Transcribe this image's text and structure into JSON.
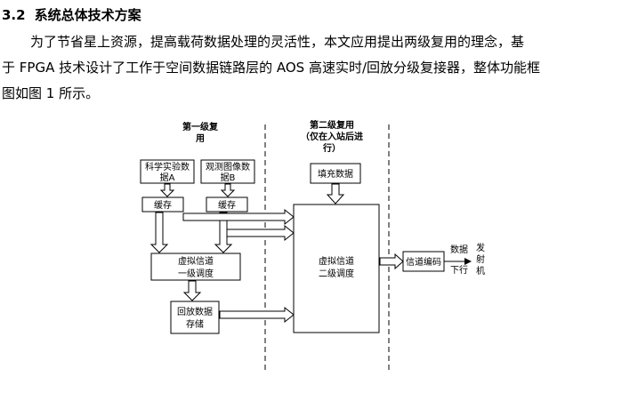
{
  "section": {
    "number": "3.2",
    "title": "系统总体技术方案"
  },
  "paragraph": {
    "line1": "为了节省星上资源，提高载荷数据处理的灵活性，本文应用提出两级复用的理念，基",
    "line2": "于 FPGA 技术设计了工作于空间数据链路层的 AOS 高速实时/回放分级复接器，整体功能框",
    "line3": "图如图 1 所示。"
  },
  "figure": {
    "stage1_title": [
      "第一级复",
      "用"
    ],
    "stage2_title": [
      "第二级复用",
      "（仅在入站后进",
      "行）"
    ],
    "source_a": [
      "科学实验数",
      "据A"
    ],
    "source_b": [
      "观测图像数",
      "据B"
    ],
    "buffer_a": "缓存",
    "buffer_b": "缓存",
    "fill_data": "填充数据",
    "vc_level1": [
      "虚拟信道",
      "一级调度"
    ],
    "playback_storage": [
      "回放数据",
      "存储"
    ],
    "vc_level2": [
      "虚拟信道",
      "二级调度"
    ],
    "channel_coding": "信道编码",
    "output_label": [
      "数据",
      "下行"
    ],
    "transmitter": [
      "发",
      "射",
      "机"
    ]
  }
}
